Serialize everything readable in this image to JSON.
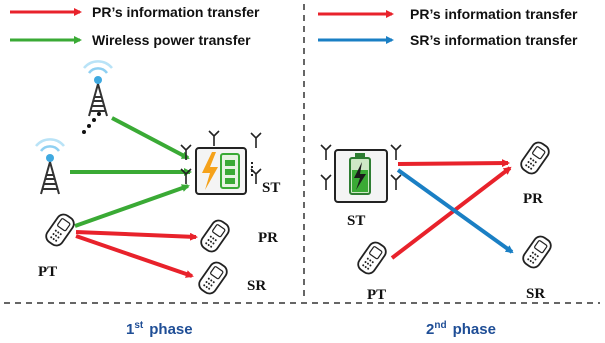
{
  "legend_left": [
    {
      "label": "PR’s information transfer",
      "color": "#e8222b"
    },
    {
      "label": "Wireless power transfer",
      "color": "#3aaa35"
    }
  ],
  "legend_right": [
    {
      "label": "PR’s information transfer",
      "color": "#e8222b"
    },
    {
      "label": "SR’s information transfer",
      "color": "#1a7fc4"
    }
  ],
  "nodes": {
    "st_left": "ST",
    "pr_left": "PR",
    "pt_left": "PT",
    "sr_left": "SR",
    "st_right": "ST",
    "pr_right": "PR",
    "pt_right": "PT",
    "sr_right": "SR"
  },
  "phases": {
    "first_num": "1",
    "first_sup": "st",
    "first_word": "phase",
    "second_num": "2",
    "second_sup": "nd",
    "second_word": "phase"
  },
  "colors": {
    "info": "#e8222b",
    "power": "#3aaa35",
    "sr_info": "#1a7fc4",
    "phase_text": "#1f4e96",
    "divider": "#333333"
  },
  "icons": [
    "cell-tower-icon",
    "secondary-transmitter-icon",
    "mobile-phone-icon",
    "battery-charging-icon"
  ]
}
